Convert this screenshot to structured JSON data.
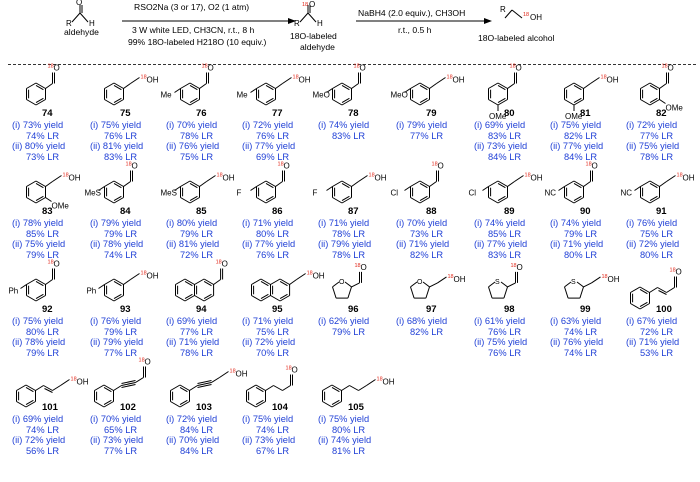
{
  "scheme": {
    "sm_label": "aldehyde",
    "cond1_line1": "RSO2Na (3 or 17), O2 (1 atm)",
    "cond1_line2": "3 W white LED, CH3CN, r.t., 8 h",
    "cond1_line3": "99% 18O-labeled H218O (10 equiv.)",
    "int_label_1": "18O-labeled",
    "int_label_2": "aldehyde",
    "cond2_line1": "NaBH4 (2.0 equiv.), CH3OH",
    "cond2_line2": "r.t., 0.5 h",
    "prod_label": "18O-labeled alcohol"
  },
  "compounds": [
    {
      "num": "74",
      "lines": [
        "(i) 73% yield",
        "74% LR",
        "(ii) 80% yield",
        "73% LR"
      ]
    },
    {
      "num": "75",
      "lines": [
        "(i) 75% yield",
        "76% LR",
        "(ii) 81% yield",
        "83% LR"
      ]
    },
    {
      "num": "76",
      "lines": [
        "(i) 70% yield",
        "78% LR",
        "(ii) 76% yield",
        "75% LR"
      ]
    },
    {
      "num": "77",
      "lines": [
        "(i) 72% yield",
        "76% LR",
        "(ii) 77% yield",
        "69% LR"
      ]
    },
    {
      "num": "78",
      "lines": [
        "(i) 74% yield",
        "83% LR"
      ]
    },
    {
      "num": "79",
      "lines": [
        "(i) 79% yield",
        "77% LR"
      ]
    },
    {
      "num": "80",
      "lines": [
        "(i) 69% yield",
        "83% LR",
        "(ii) 73% yield",
        "84% LR"
      ]
    },
    {
      "num": "81",
      "lines": [
        "(i) 75% yield",
        "82% LR",
        "(ii) 77% yield",
        "84% LR"
      ]
    },
    {
      "num": "82",
      "lines": [
        "(i) 72% yield",
        "77% LR",
        "(ii) 75% yield",
        "78% LR"
      ]
    },
    {
      "num": "83",
      "lines": [
        "(i) 78% yield",
        "85% LR",
        "(ii) 75% yield",
        "79% LR"
      ]
    },
    {
      "num": "84",
      "lines": [
        "(i) 79% yield",
        "79% LR",
        "(ii) 78% yield",
        "74% LR"
      ]
    },
    {
      "num": "85",
      "lines": [
        "(i) 80% yield",
        "79% LR",
        "(ii) 81% yield",
        "72% LR"
      ]
    },
    {
      "num": "86",
      "lines": [
        "(i) 71% yield",
        "80% LR",
        "(ii) 77% yield",
        "76% LR"
      ]
    },
    {
      "num": "87",
      "lines": [
        "(i) 71% yield",
        "78% LR",
        "(ii) 79% yield",
        "78% LR"
      ]
    },
    {
      "num": "88",
      "lines": [
        "(i) 70% yield",
        "73% LR",
        "(ii) 71% yield",
        "82% LR"
      ]
    },
    {
      "num": "89",
      "lines": [
        "(i) 74% yield",
        "85% LR",
        "(ii) 77% yield",
        "83% LR"
      ]
    },
    {
      "num": "90",
      "lines": [
        "(i) 74% yield",
        "79% LR",
        "(ii) 71% yield",
        "80% LR"
      ]
    },
    {
      "num": "91",
      "lines": [
        "(i) 76% yield",
        "75% LR",
        "(ii) 72% yield",
        "80% LR"
      ]
    },
    {
      "num": "92",
      "lines": [
        "(i) 75% yield",
        "80% LR",
        "(ii) 78% yield",
        "79% LR"
      ]
    },
    {
      "num": "93",
      "lines": [
        "(i) 76% yield",
        "79% LR",
        "(ii) 79% yield",
        "77% LR"
      ]
    },
    {
      "num": "94",
      "lines": [
        "(i) 69% yield",
        "77% LR",
        "(ii) 71% yield",
        "78% LR"
      ]
    },
    {
      "num": "95",
      "lines": [
        "(i) 71% yield",
        "75% LR",
        "(ii) 72% yield",
        "70% LR"
      ]
    },
    {
      "num": "96",
      "lines": [
        "(i) 62% yield",
        "79% LR"
      ]
    },
    {
      "num": "97",
      "lines": [
        "(i) 68% yield",
        "82% LR"
      ]
    },
    {
      "num": "98",
      "lines": [
        "(i) 61% yield",
        "76% LR",
        "(ii) 75% yield",
        "76% LR"
      ]
    },
    {
      "num": "99",
      "lines": [
        "(i) 63% yield",
        "74% LR",
        "(ii) 76% yield",
        "74% LR"
      ]
    },
    {
      "num": "100",
      "lines": [
        "(i) 67% yield",
        "72% LR",
        "(ii) 71% yield",
        "53% LR"
      ]
    },
    {
      "num": "101",
      "lines": [
        "(i) 69% yield",
        "74% LR",
        "(ii) 72% yield",
        "56% LR"
      ]
    },
    {
      "num": "102",
      "lines": [
        "(i) 70% yield",
        "65% LR",
        "(ii) 73% yield",
        "77% LR"
      ]
    },
    {
      "num": "103",
      "lines": [
        "(i) 72% yield",
        "84% LR",
        "(ii) 70% yield",
        "84% LR"
      ]
    },
    {
      "num": "104",
      "lines": [
        "(i) 75% yield",
        "74% LR",
        "(ii) 73% yield",
        "67% LR"
      ]
    },
    {
      "num": "105",
      "lines": [
        "(i) 75% yield",
        "80% LR",
        "(ii) 74% yield",
        "81% LR"
      ]
    }
  ],
  "atoms": {
    "r": "R",
    "o18": "18",
    "o": "O",
    "oh": "OH",
    "h": "H",
    "me": "Me",
    "ome": "OMe",
    "meo": "MeO",
    "mes": "MeS",
    "f": "F",
    "cl": "Cl",
    "nc": "NC",
    "ph": "Ph",
    "s": "S"
  },
  "colors": {
    "result_text": "#1f3fd6",
    "labels": "#000000"
  }
}
